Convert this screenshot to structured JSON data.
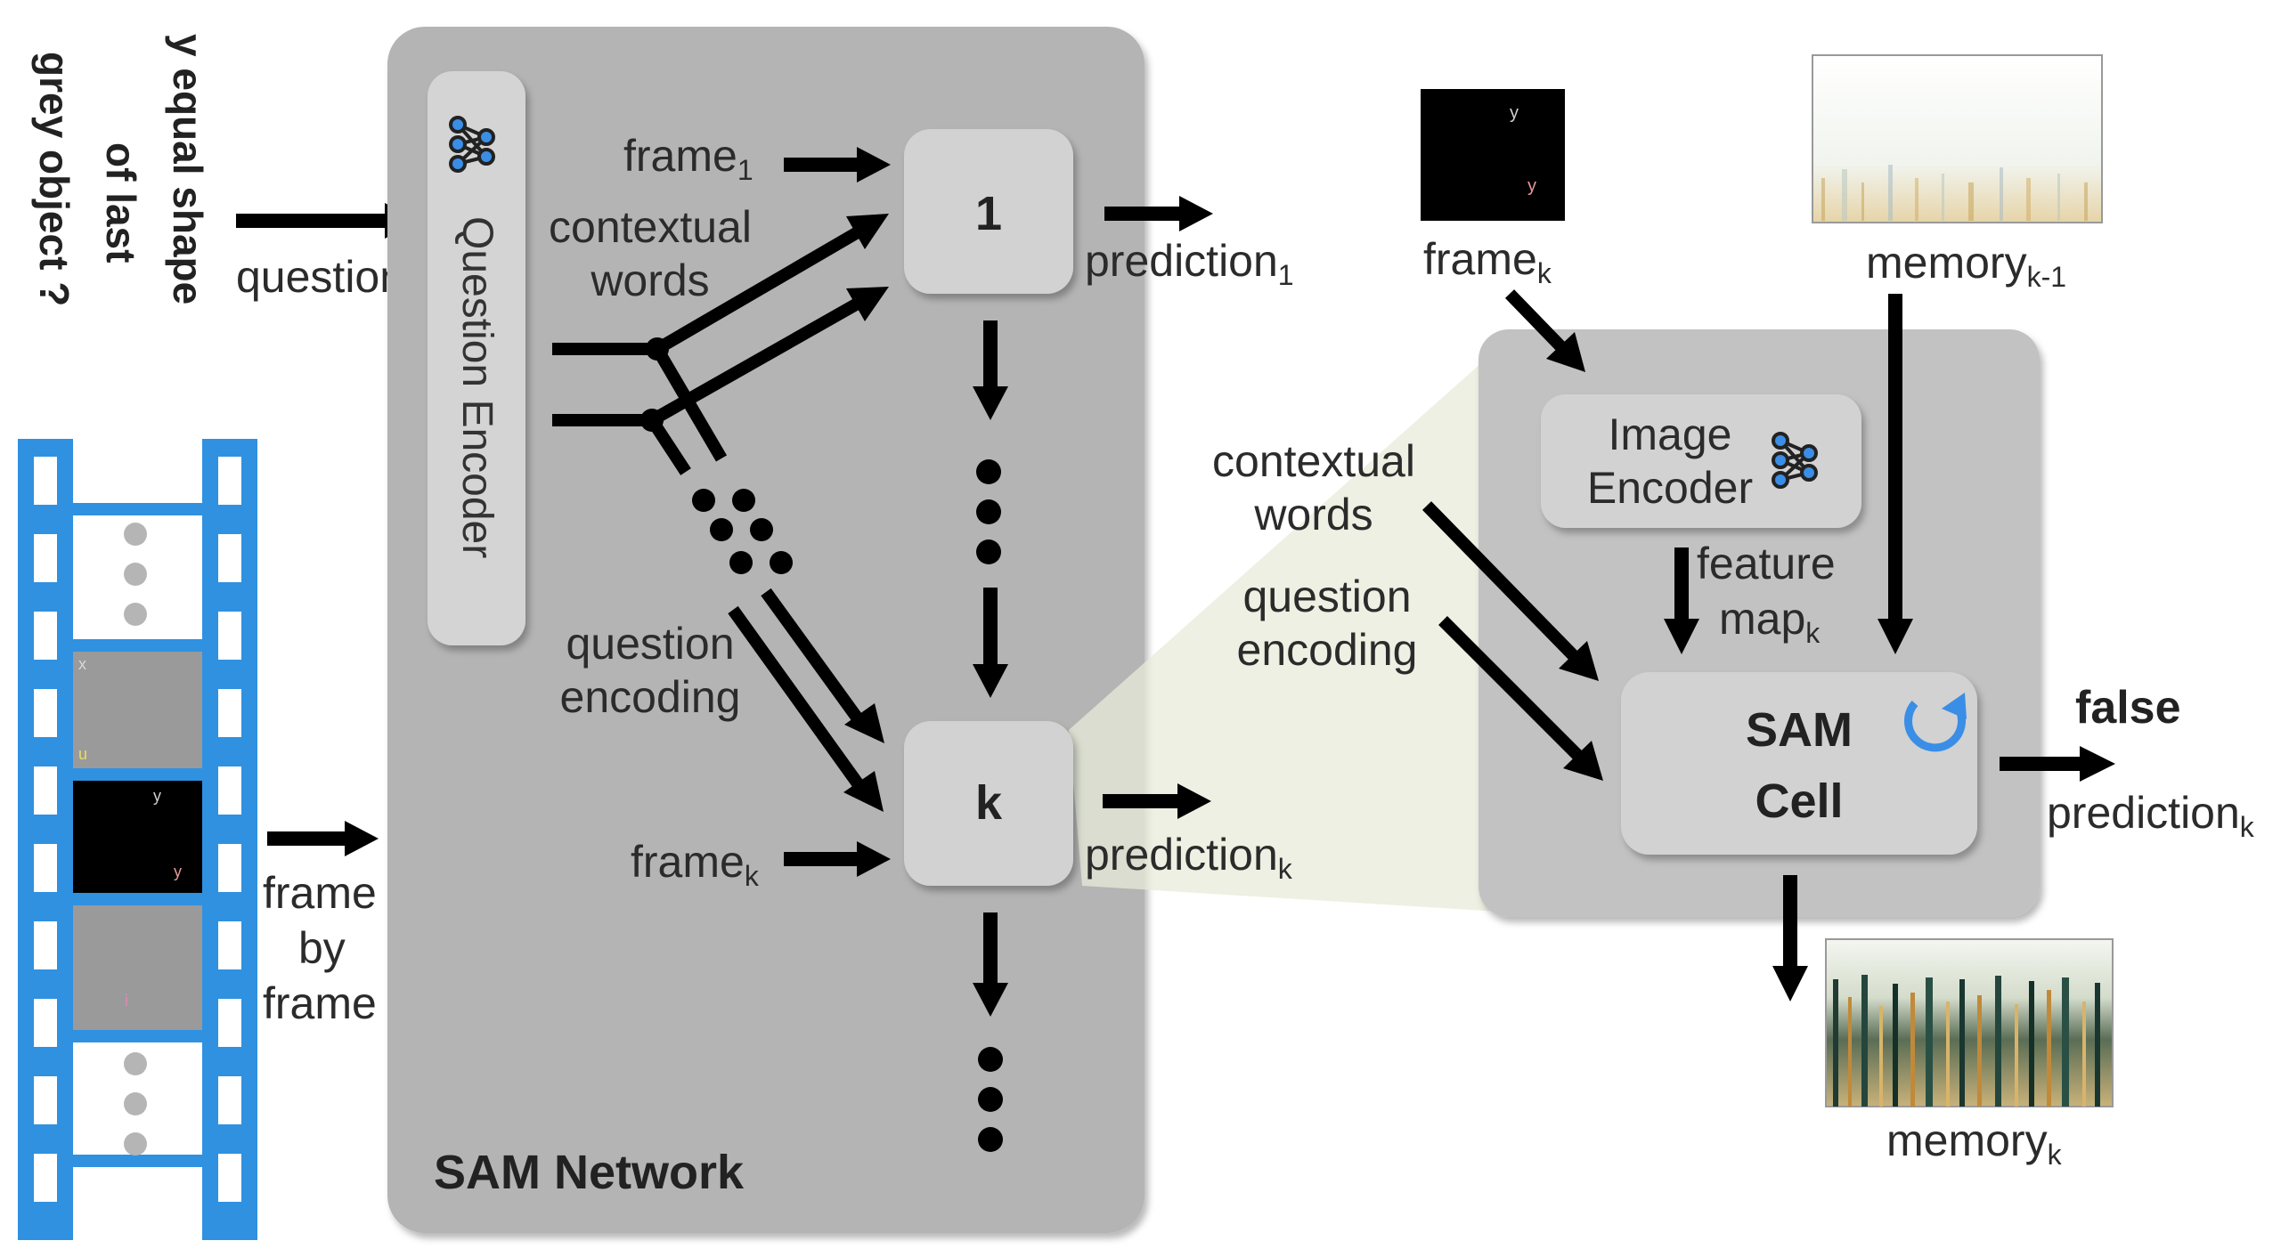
{
  "question_text": {
    "line1": "y equal shape",
    "line2": "of last",
    "line3": "grey object ?"
  },
  "input_labels": {
    "question": "question",
    "frame_by_frame": [
      "frame",
      "by",
      "frame"
    ]
  },
  "network": {
    "title": "SAM Network",
    "question_encoder": "Question Encoder",
    "cell_first": "1",
    "cell_k": "k",
    "frame_1": {
      "base": "frame",
      "sub": "1"
    },
    "frame_k": {
      "base": "frame",
      "sub": "k"
    },
    "contextual_words": [
      "contextual",
      "words"
    ],
    "question_encoding": [
      "question",
      "encoding"
    ],
    "prediction_1": {
      "base": "prediction",
      "sub": "1"
    },
    "prediction_k": {
      "base": "prediction",
      "sub": "k"
    }
  },
  "cell_detail": {
    "frame_k": {
      "base": "frame",
      "sub": "k"
    },
    "memory_prev": {
      "base": "memory",
      "sub": "k-1"
    },
    "memory_k": {
      "base": "memory",
      "sub": "k"
    },
    "image_encoder": [
      "Image",
      "Encoder"
    ],
    "feature_map": {
      "line1": "feature",
      "base": "map",
      "sub": "k"
    },
    "contextual_words": [
      "contextual",
      "words"
    ],
    "question_encoding": [
      "question",
      "encoding"
    ],
    "sam_cell": [
      "SAM",
      "Cell"
    ],
    "answer": "false",
    "prediction_k": {
      "base": "prediction",
      "sub": "k"
    }
  },
  "film_frames": {
    "frame_a": [
      "x",
      "u"
    ],
    "frame_b": [
      "y",
      "y"
    ],
    "frame_c": [
      "i"
    ]
  },
  "thumbnail": {
    "chars": [
      "y",
      "y"
    ]
  },
  "colors": {
    "panel": "#b4b4b4",
    "cell_panel": "#c2c2c2",
    "box": "#d2d2d2",
    "film": "#2f91e0",
    "arrow": "#000000",
    "accent_blue": "#3a8ee6",
    "zoom_fill": "#e7ebd8"
  },
  "icons": [
    "neural-net-icon",
    "refresh-icon"
  ]
}
